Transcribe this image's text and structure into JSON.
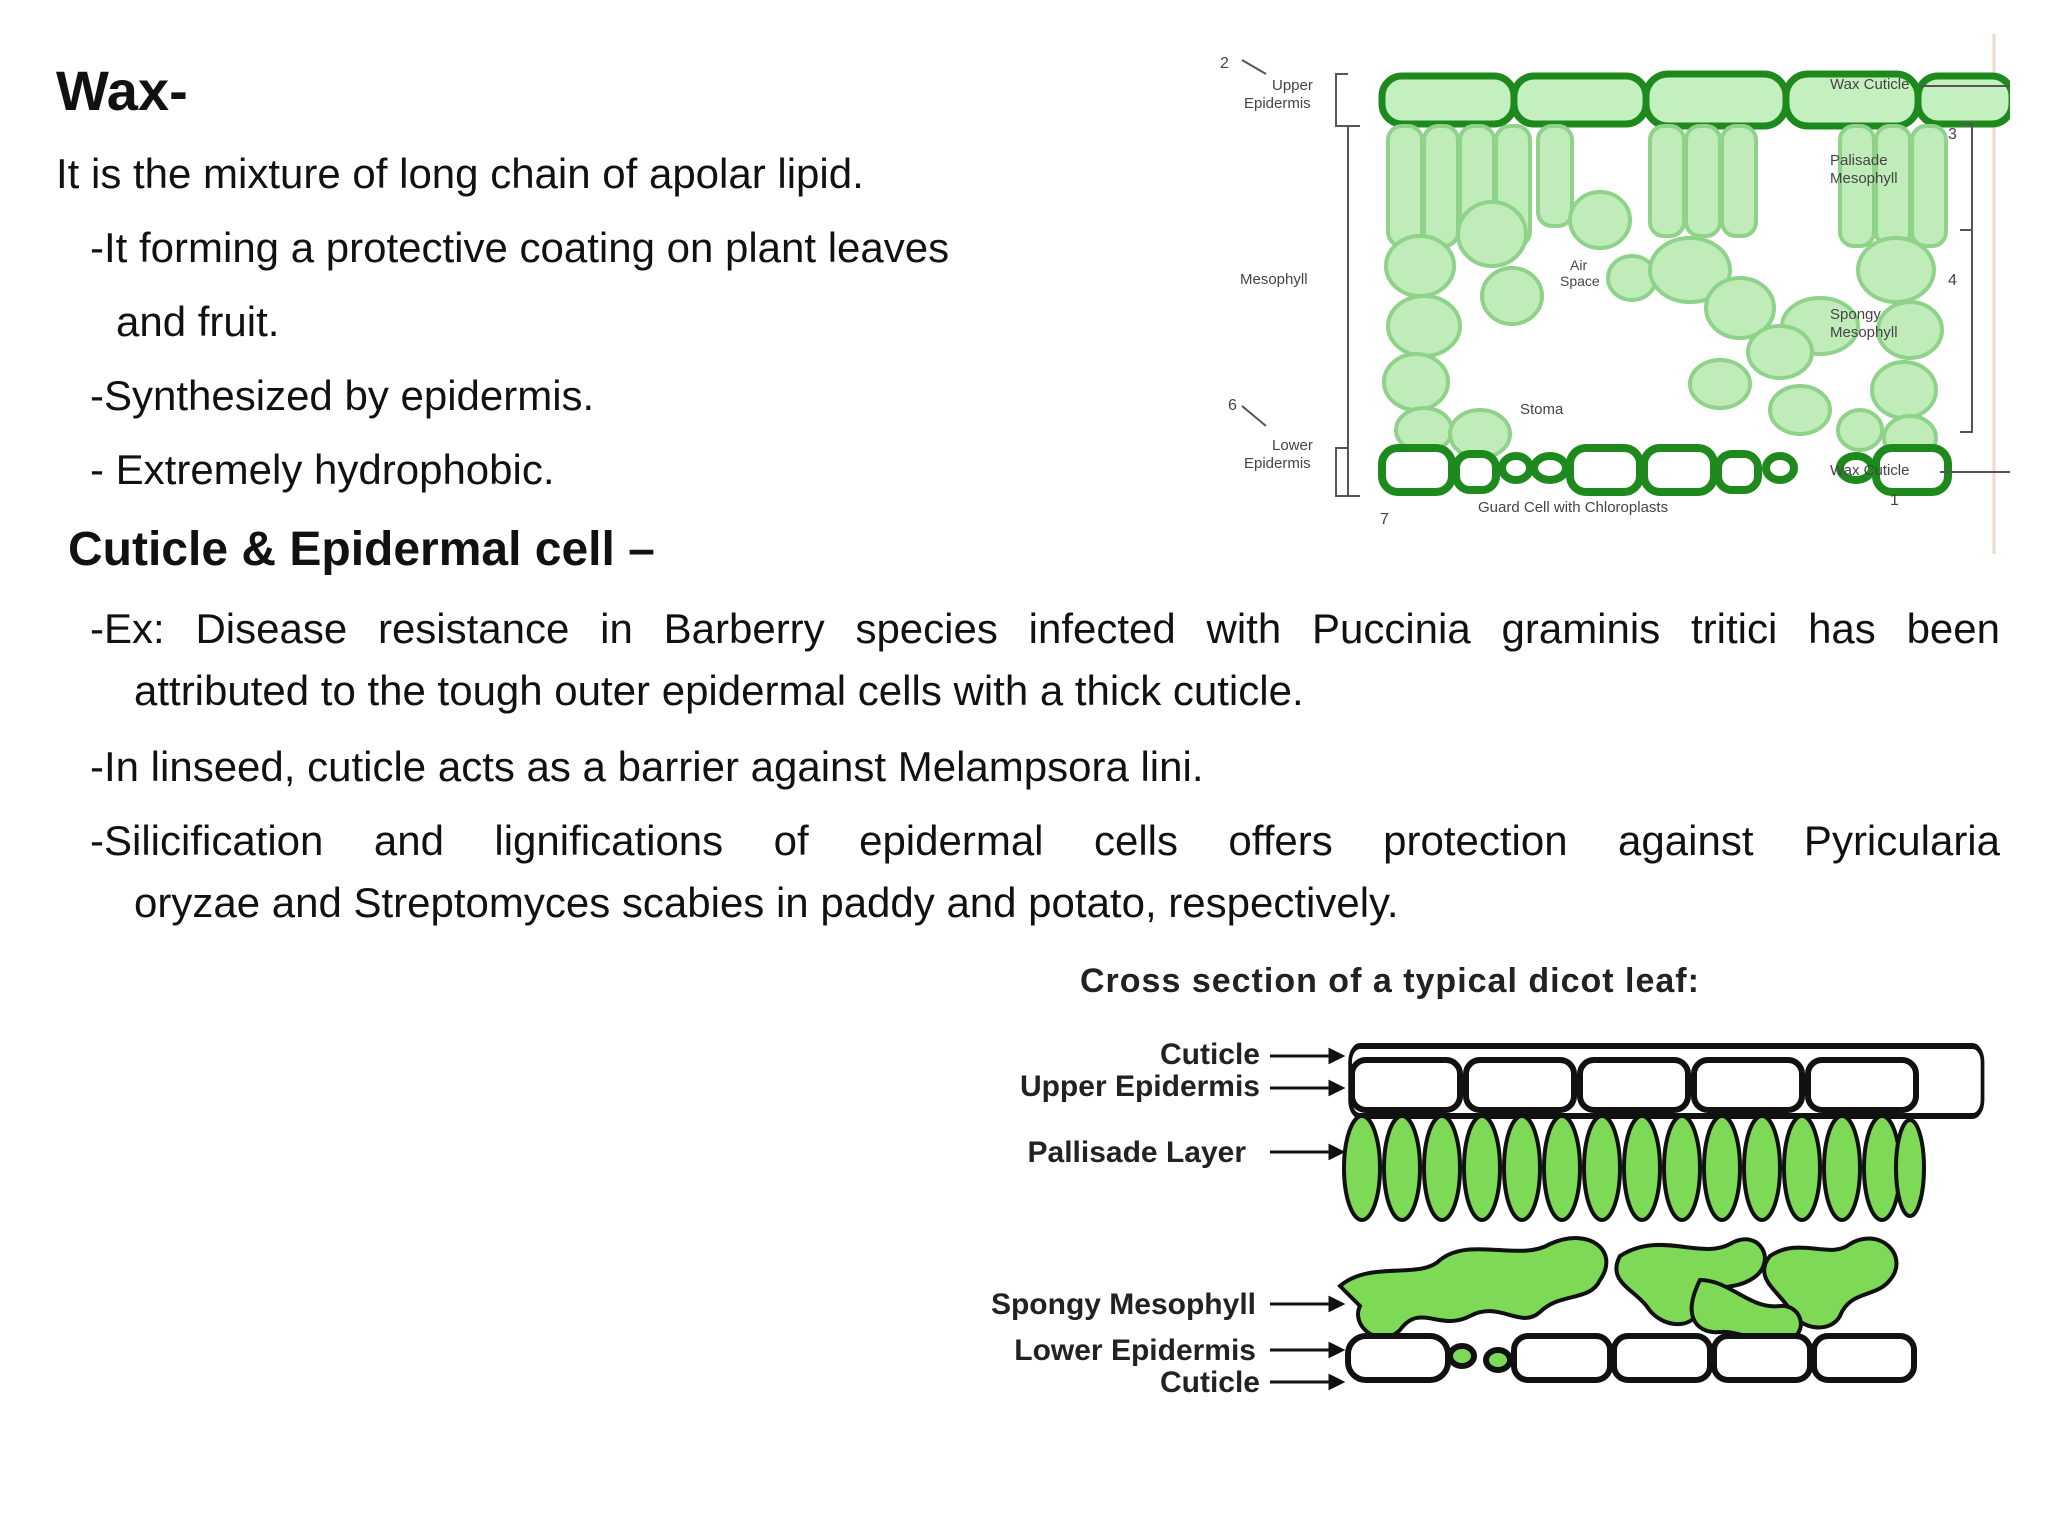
{
  "slide": {
    "wax_heading": "Wax-",
    "wax_lines": [
      "It is the mixture of long chain of apolar lipid.",
      "-It forming a protective coating on plant leaves",
      "and fruit.",
      "-Synthesized by epidermis.",
      "- Extremely hydrophobic."
    ],
    "cuticle_heading": "Cuticle & Epidermal cell –",
    "examples": [
      {
        "line1": "-Ex: Disease resistance in Barberry species infected with Puccinia graminis tritici has been",
        "line2": "attributed to the tough outer epidermal cells with a thick cuticle."
      },
      {
        "line1": "-In linseed, cuticle acts as a barrier against Melampsora lini."
      },
      {
        "line1": "-Silicification and lignifications of epidermal cells offers protection against Pyricularia",
        "line2": "oryzae and Streptomyces scabies in paddy and potato, respectively."
      }
    ]
  },
  "figure_top": {
    "labels": {
      "n2": "2",
      "upper_epidermis_1": "Upper",
      "upper_epidermis_2": "Epidermis",
      "mesophyll": "Mesophyll",
      "n6": "6",
      "lower_epidermis_1": "Lower",
      "lower_epidermis_2": "Epidermis",
      "n7": "7",
      "air_space_1": "Air",
      "air_space_2": "Space",
      "stoma": "Stoma",
      "guard_cell": "Guard Cell with Chloroplasts",
      "wax_cuticle_top": "Wax Cuticle",
      "palisade_1": "Palisade",
      "palisade_2": "Mesophyll",
      "n3": "3",
      "n4": "4",
      "spongy_1": "Spongy",
      "spongy_2": "Mesophyll",
      "wax_cuticle_bottom": "Wax Cuticle",
      "n1": "1"
    },
    "colors": {
      "dark_green": "#1e8a1e",
      "light_green": "#a8e2a4",
      "cell_green": "#bfecb9"
    }
  },
  "figure_bottom": {
    "title": "Cross section of a typical dicot leaf:",
    "labels": {
      "cuticle_top": "Cuticle",
      "upper_epidermis": "Upper Epidermis",
      "pallisade": "Pallisade Layer",
      "spongy": "Spongy Mesophyll",
      "lower_epidermis": "Lower Epidermis",
      "cuticle_bottom": "Cuticle"
    },
    "colors": {
      "green": "#7ed957",
      "outline": "#111111"
    }
  }
}
